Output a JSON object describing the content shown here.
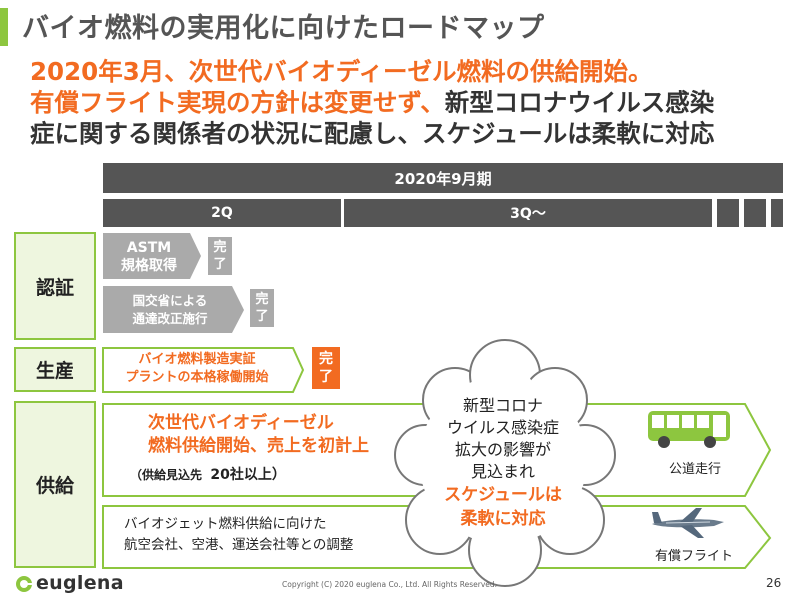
{
  "slide": {
    "title": "バイオ燃料の実用化に向けたロードマップ",
    "headline": {
      "line1": "2020年3月、次世代バイオディーゼル燃料の供給開始。",
      "line2_orange": "有償フライト実現の方針は変更せず、",
      "line2_dark": "新型コロナウイルス感染",
      "line3": "症に関する関係者の状況に配慮し、スケジュールは柔軟に対応"
    }
  },
  "timeline": {
    "period": "2020年9月期",
    "q2": "2Q",
    "q3": "3Q〜"
  },
  "rows": {
    "certification": {
      "label": "認証",
      "item1_line1": "ASTM",
      "item1_line2": "規格取得",
      "item1_status_a": "完",
      "item1_status_b": "了",
      "item2_line1": "国交省による",
      "item2_line2": "通達改正施行",
      "item2_status_a": "完",
      "item2_status_b": "了"
    },
    "production": {
      "label": "生産",
      "text_line1": "バイオ燃料製造実証",
      "text_line2": "プラントの本格稼働開始",
      "status_a": "完",
      "status_b": "了"
    },
    "supply": {
      "label": "供給",
      "item1_line1": "次世代バイオディーゼル",
      "item1_line2": "燃料供給開始、売上を初計上",
      "item1_note_prefix": "（供給見込先",
      "item1_note_value": "20社以上）",
      "item1_tag": "公道走行",
      "item2_line1": "バイオジェット燃料供給に向けた",
      "item2_line2": "航空会社、空港、運送会社等との調整",
      "item2_tag": "有償フライト"
    }
  },
  "cloud": {
    "line1": "新型コロナ",
    "line2": "ウイルス感染症",
    "line3": "拡大の影響が",
    "line4": "見込まれ",
    "emphasis1": "スケジュールは",
    "emphasis2": "柔軟に対応"
  },
  "footer": {
    "logo": "euglena",
    "copyright": "Copyright (C) 2020 euglena Co., Ltd. All Rights Reserved.",
    "page_number": "26"
  },
  "colors": {
    "accent_orange": "#f26b21",
    "accent_green": "#8dc63f",
    "bar_dark": "#555555",
    "arrow_gray": "#aaaaaa"
  },
  "icons": [
    "bus-icon",
    "airplane-icon",
    "euglena-logo-icon"
  ]
}
